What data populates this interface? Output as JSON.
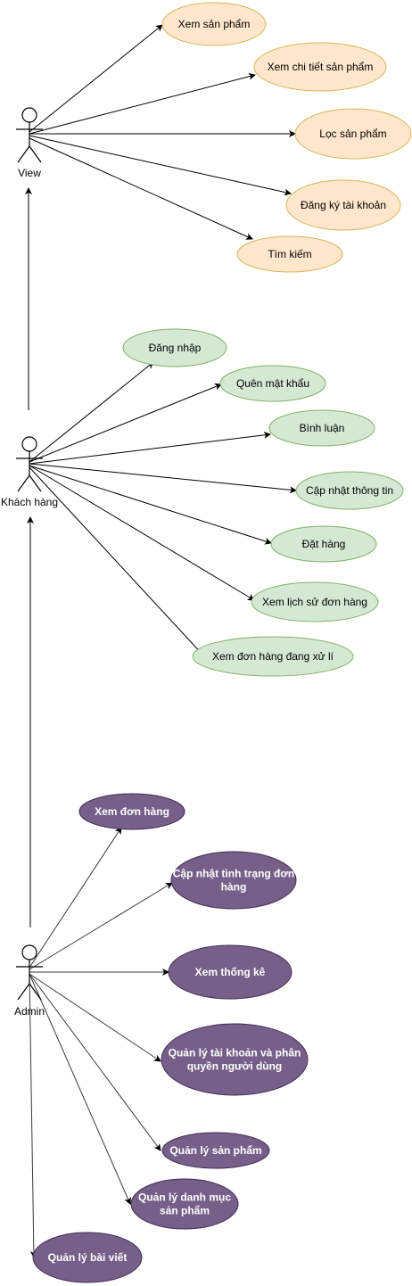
{
  "actors": {
    "view": {
      "label": "View"
    },
    "customer": {
      "label": "Khách hàng"
    },
    "admin": {
      "label": "Admin"
    }
  },
  "colors": {
    "view_fill": "#ffe6cc",
    "view_stroke": "#d6b656",
    "view_text": "#000000",
    "customer_fill": "#d5e8d4",
    "customer_stroke": "#82b366",
    "customer_text": "#000000",
    "admin_fill": "#76608a",
    "admin_stroke": "#432d57",
    "admin_text": "#ffffff"
  },
  "view_usecases": [
    {
      "id": "v1",
      "lines": [
        "Xem sản phẩm"
      ]
    },
    {
      "id": "v2",
      "lines": [
        "Xem chi tiết sản phẩm"
      ]
    },
    {
      "id": "v3",
      "lines": [
        "Lọc sản phẩm"
      ]
    },
    {
      "id": "v4",
      "lines": [
        "Đăng ký tài khoản"
      ]
    },
    {
      "id": "v5",
      "lines": [
        "Tìm kiếm"
      ]
    }
  ],
  "customer_usecases": [
    {
      "id": "c1",
      "lines": [
        "Đăng nhập"
      ]
    },
    {
      "id": "c2",
      "lines": [
        "Quên mật khẩu"
      ]
    },
    {
      "id": "c3",
      "lines": [
        "Bình luận"
      ]
    },
    {
      "id": "c4",
      "lines": [
        "Cập nhật thông tin"
      ]
    },
    {
      "id": "c5",
      "lines": [
        "Đặt hàng"
      ]
    },
    {
      "id": "c6",
      "lines": [
        "Xem lịch sử đơn hàng"
      ]
    },
    {
      "id": "c7",
      "lines": [
        "Xem đơn hàng đang xử lí"
      ]
    }
  ],
  "admin_usecases": [
    {
      "id": "a1",
      "lines": [
        "Xem đơn hàng"
      ]
    },
    {
      "id": "a2",
      "lines": [
        "Cập nhật tình trạng đơn",
        "hàng"
      ]
    },
    {
      "id": "a3",
      "lines": [
        "Xem thống kê"
      ]
    },
    {
      "id": "a4",
      "lines": [
        "Quản lý tài khoản và phân",
        "quyền người dùng"
      ]
    },
    {
      "id": "a5",
      "lines": [
        "Quản lý sản phẩm"
      ]
    },
    {
      "id": "a6",
      "lines": [
        "Quản lý danh mục",
        "sản phẩm"
      ]
    },
    {
      "id": "a7",
      "lines": [
        "Quản lý bài viết"
      ]
    }
  ]
}
